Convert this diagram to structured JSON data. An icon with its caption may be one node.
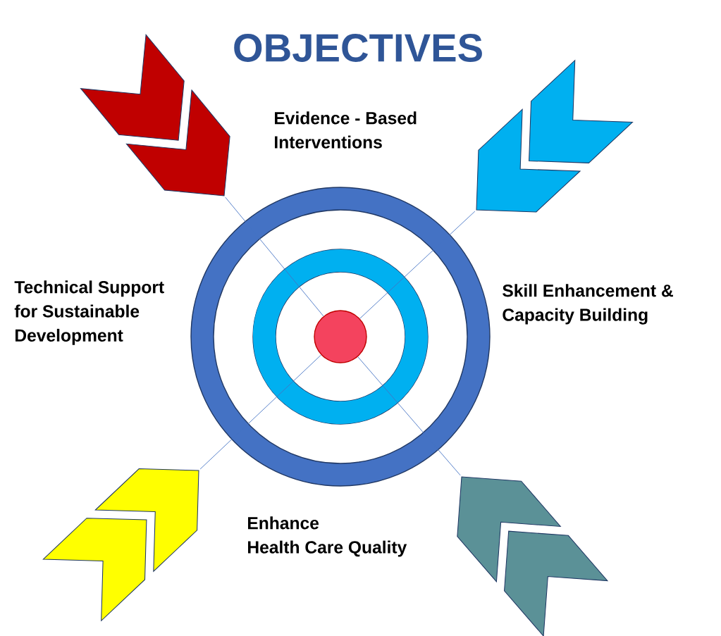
{
  "diagram": {
    "title": "OBJECTIVES",
    "nodes": [
      {
        "text": [],
        "shape": "circle"
      },
      {
        "text": [],
        "shape": "chevron"
      },
      {
        "text": [],
        "shape": "chevron"
      },
      {
        "text": [],
        "shape": "chevron"
      },
      {
        "text": [],
        "shape": "chevron"
      }
    ],
    "edges": [
      {
        "from": 1,
        "to": 0,
        "arrow": "none"
      },
      {
        "from": 2,
        "to": 0,
        "arrow": "none"
      },
      {
        "from": 3,
        "to": 0,
        "arrow": "none"
      },
      {
        "from": 4,
        "to": 0,
        "arrow": "none"
      }
    ],
    "labels": [
      "Evidence - Based Interventions",
      "Technical Support for Sustainable Development",
      "Skill Enhancement & Capacity Building",
      "Enhance Health Care Quality"
    ]
  }
}
